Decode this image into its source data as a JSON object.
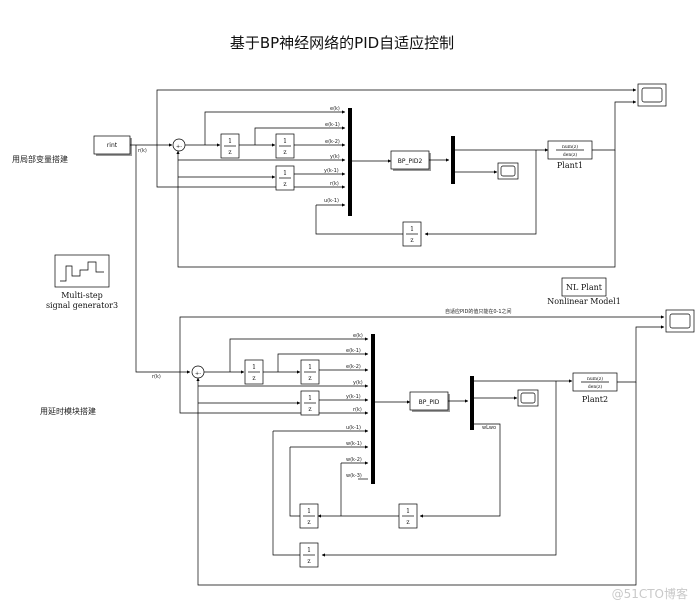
{
  "title": "基于BP神经网络的PID自适应控制",
  "notes": {
    "global_var": "用局部变量搭建",
    "delay_module": "用延时模块搭建",
    "output_range": "自适应PID的值只能在0-1之间"
  },
  "blocks": {
    "rint": "rint",
    "unit_delay_num": "1",
    "unit_delay_den": "z",
    "bp_pid2": "BP_PID2",
    "bp_pid": "BP_PID",
    "plant_num": "num(z)",
    "plant_den": "den(z)",
    "plant1": "Plant1",
    "plant2": "Plant2",
    "nl_plant": "NL Plant",
    "nonlinear_model": "Nonlinear Model1",
    "multistep_line1": "Multi-step",
    "multistep_line2": "signal generator3",
    "sum_signs": "+-",
    "wlwo": "wLwo"
  },
  "signals": {
    "rk": "r(k)",
    "ek": "e(k)",
    "ek1": "e(k-1)",
    "ek2": "e(k-2)",
    "yk": "y(k)",
    "yk1": "y(k-1)",
    "uk1": "u(k-1)",
    "wk1": "w(k-1)",
    "wk2": "w(k-2)",
    "wk3": "w(k-3)"
  },
  "watermark": "@51CTO博客"
}
